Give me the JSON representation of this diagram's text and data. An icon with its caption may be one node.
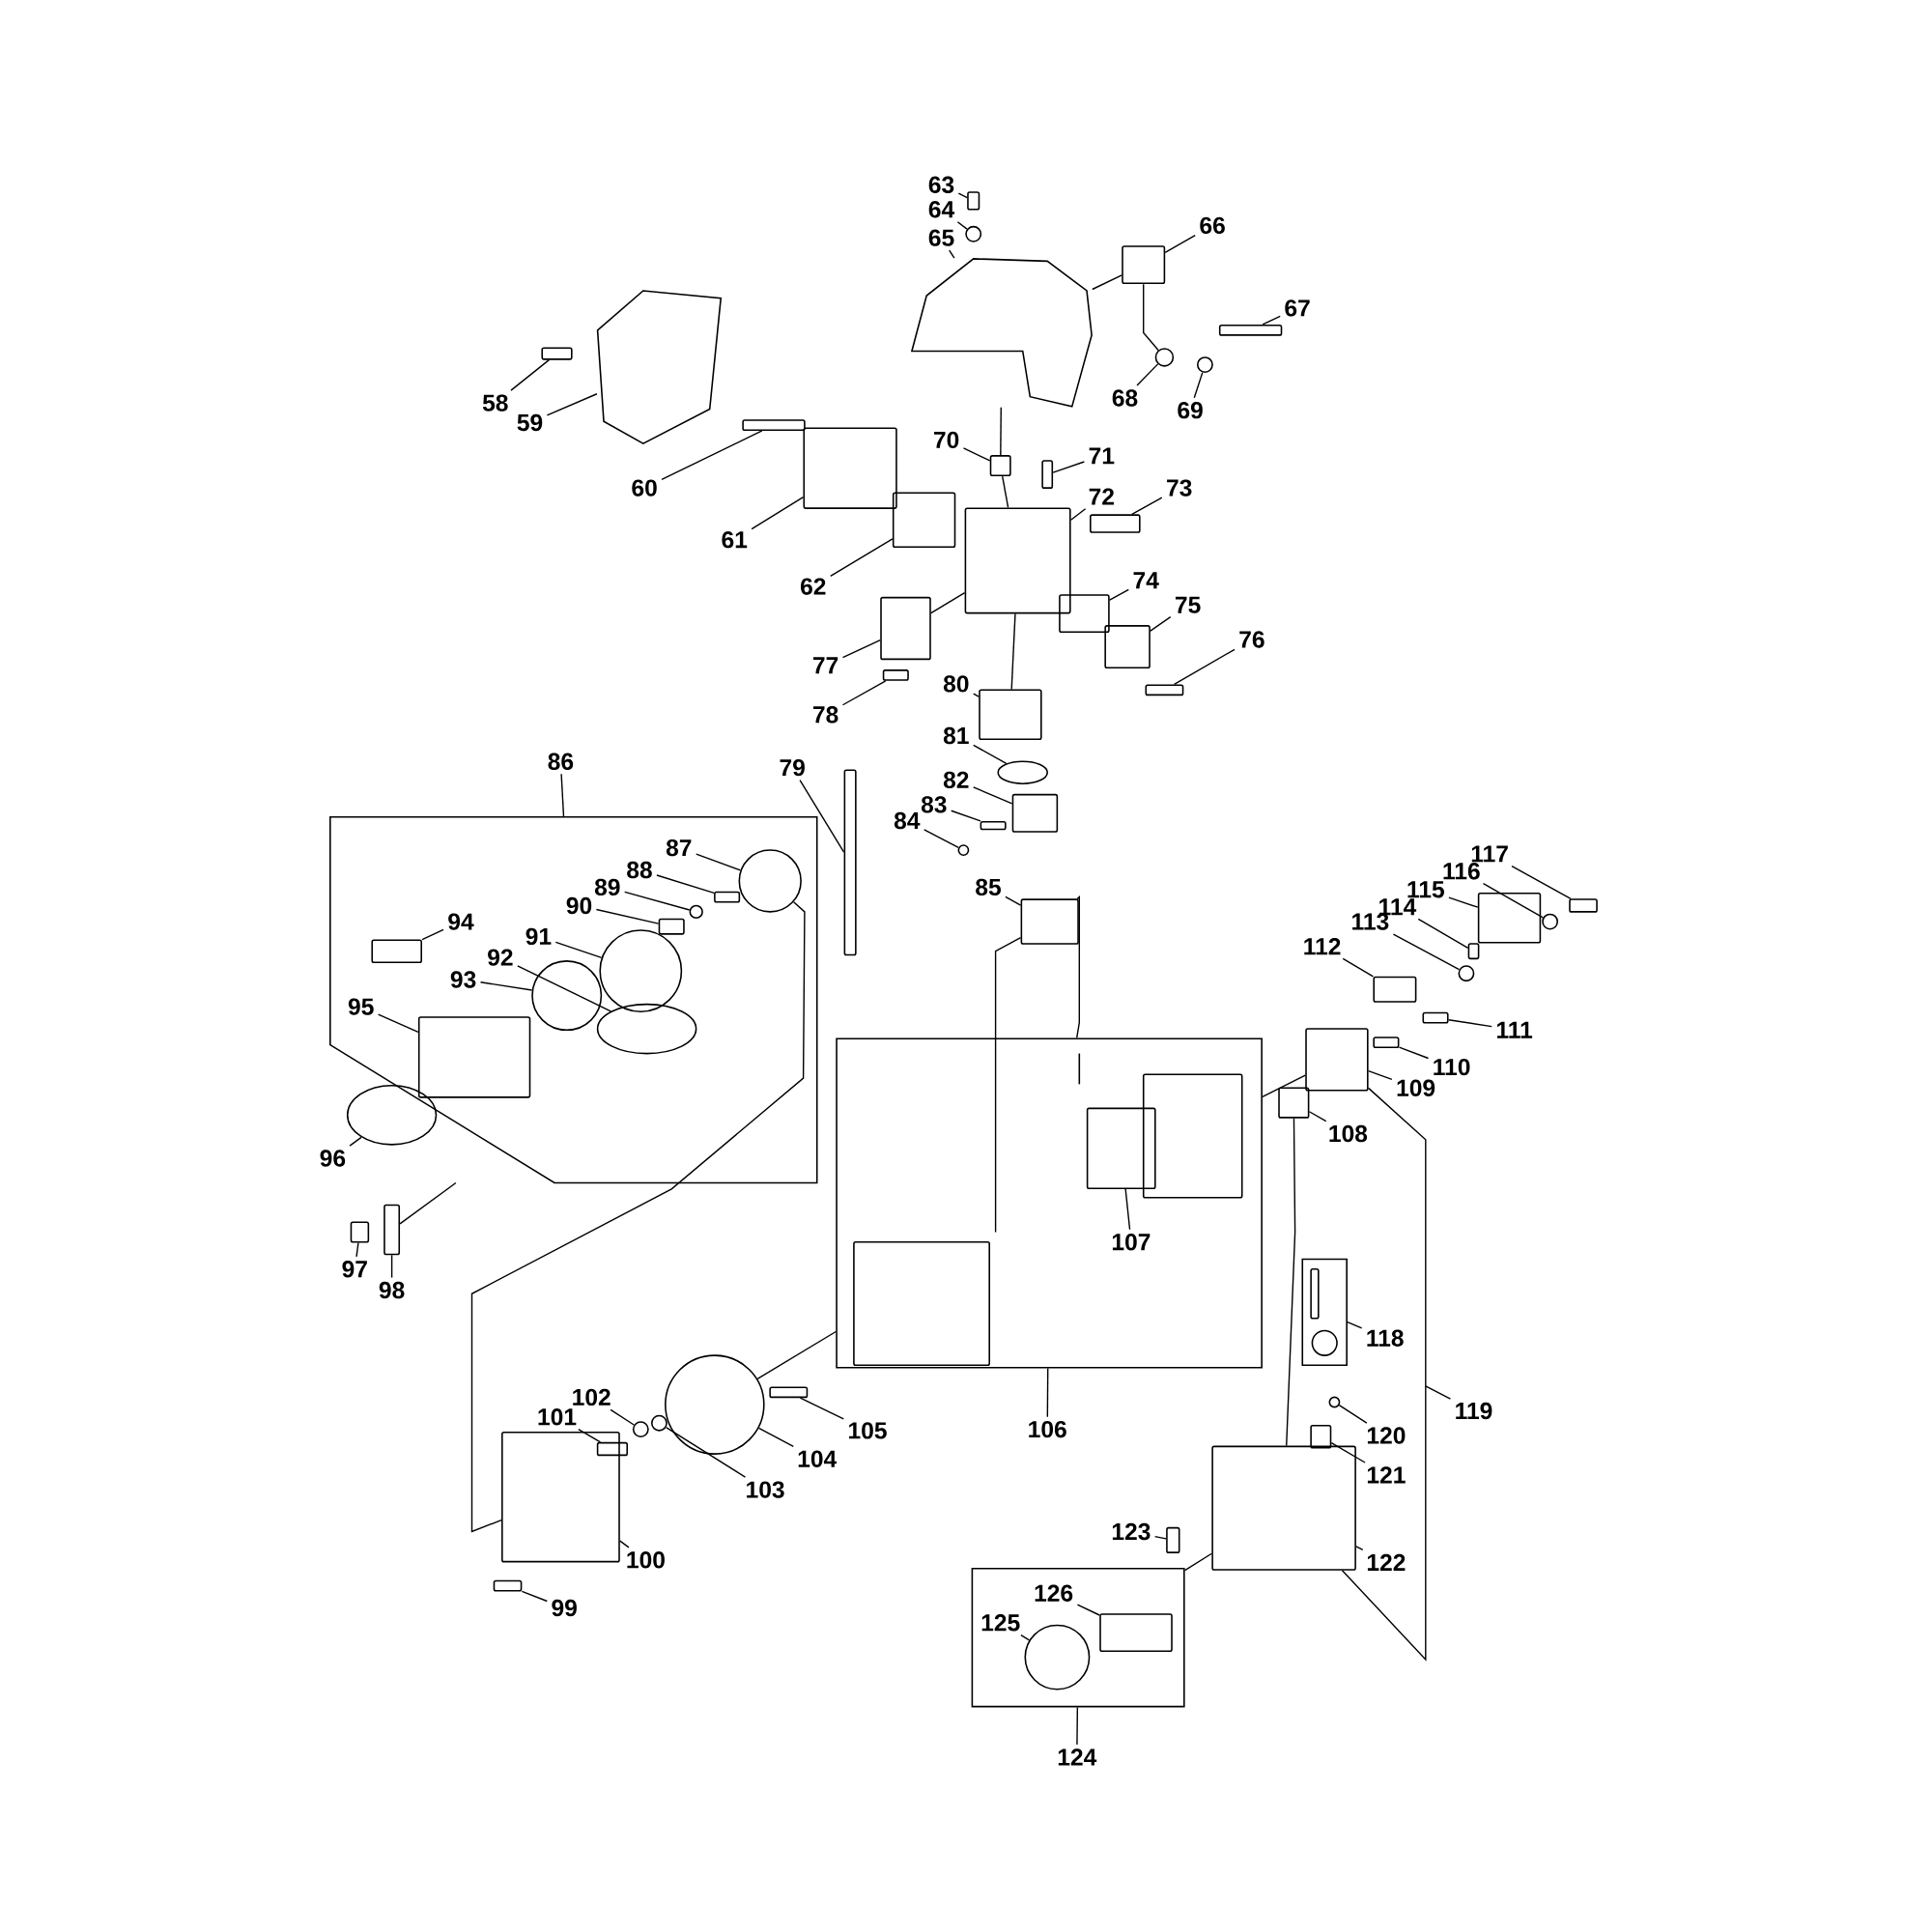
{
  "diagram": {
    "nodes": [
      {
        "text": [
          "58"
        ]
      },
      {
        "text": [
          "59"
        ]
      },
      {
        "text": [
          "60"
        ]
      },
      {
        "text": [
          "61"
        ]
      },
      {
        "text": [
          "62"
        ]
      },
      {
        "text": [
          "63"
        ]
      },
      {
        "text": [
          "64"
        ]
      },
      {
        "text": [
          "65"
        ]
      },
      {
        "text": [
          "66"
        ]
      },
      {
        "text": [
          "67"
        ]
      },
      {
        "text": [
          "68"
        ]
      },
      {
        "text": [
          "69"
        ]
      },
      {
        "text": [
          "70"
        ]
      },
      {
        "text": [
          "71"
        ]
      },
      {
        "text": [
          "72"
        ]
      },
      {
        "text": [
          "73"
        ]
      },
      {
        "text": [
          "74"
        ]
      },
      {
        "text": [
          "75"
        ]
      },
      {
        "text": [
          "76"
        ]
      },
      {
        "text": [
          "77"
        ]
      },
      {
        "text": [
          "78"
        ]
      },
      {
        "text": [
          "79"
        ]
      },
      {
        "text": [
          "80"
        ]
      },
      {
        "text": [
          "81"
        ]
      },
      {
        "text": [
          "82"
        ]
      },
      {
        "text": [
          "83"
        ]
      },
      {
        "text": [
          "84"
        ]
      },
      {
        "text": [
          "85"
        ]
      },
      {
        "text": [
          "86"
        ]
      },
      {
        "text": [],
        "shape": "box"
      },
      {
        "text": [
          "87"
        ],
        "in": 29
      },
      {
        "text": [
          "88"
        ],
        "in": 29
      },
      {
        "text": [
          "89"
        ],
        "in": 29
      },
      {
        "text": [
          "90"
        ],
        "in": 29
      },
      {
        "text": [
          "91"
        ],
        "in": 29
      },
      {
        "text": [
          "92"
        ],
        "in": 29
      },
      {
        "text": [
          "93"
        ],
        "in": 29
      },
      {
        "text": [
          "94"
        ],
        "in": 29
      },
      {
        "text": [
          "95"
        ],
        "in": 29
      },
      {
        "text": [
          "96"
        ]
      },
      {
        "text": [
          "97"
        ]
      },
      {
        "text": [
          "98"
        ]
      },
      {
        "text": [
          "99"
        ]
      },
      {
        "text": [
          "100"
        ]
      },
      {
        "text": [
          "101"
        ]
      },
      {
        "text": [
          "102"
        ]
      },
      {
        "text": [
          "103"
        ]
      },
      {
        "text": [
          "104"
        ]
      },
      {
        "text": [
          "105"
        ]
      },
      {
        "text": [
          "106"
        ]
      },
      {
        "text": [],
        "shape": "box"
      },
      {
        "text": [
          "107"
        ],
        "in": 50
      },
      {
        "text": [
          "108"
        ]
      },
      {
        "text": [
          "109"
        ]
      },
      {
        "text": [
          "110"
        ]
      },
      {
        "text": [
          "111"
        ]
      },
      {
        "text": [
          "112"
        ]
      },
      {
        "text": [
          "113"
        ]
      },
      {
        "text": [
          "114"
        ]
      },
      {
        "text": [
          "115"
        ]
      },
      {
        "text": [
          "116"
        ]
      },
      {
        "text": [
          "117"
        ]
      },
      {
        "text": [
          "118"
        ]
      },
      {
        "text": [],
        "shape": "box"
      },
      {
        "text": [
          "119"
        ]
      },
      {
        "text": [
          "120"
        ]
      },
      {
        "text": [
          "121"
        ]
      },
      {
        "text": [
          "122"
        ]
      },
      {
        "text": [
          "123"
        ]
      },
      {
        "text": [
          "124"
        ]
      },
      {
        "text": [],
        "shape": "box"
      },
      {
        "text": [
          "125"
        ],
        "in": 70
      },
      {
        "text": [
          "126"
        ],
        "in": 70
      },
      {
        "text": [],
        "shape": "box"
      },
      {
        "text": [],
        "shape": "picture"
      },
      {
        "text": [],
        "shape": "box"
      },
      {
        "text": [],
        "shape": "box"
      },
      {
        "text": [],
        "shape": "box"
      },
      {
        "text": [],
        "shape": "box"
      },
      {
        "text": [],
        "shape": "circle"
      },
      {
        "text": [],
        "shape": "picture"
      },
      {
        "text": [],
        "shape": "box"
      },
      {
        "text": [],
        "shape": "box"
      },
      {
        "text": [],
        "shape": "circle"
      },
      {
        "text": [],
        "shape": "circle"
      },
      {
        "text": [],
        "shape": "box"
      },
      {
        "text": [],
        "shape": "box"
      },
      {
        "text": [],
        "shape": "box"
      },
      {
        "text": [],
        "shape": "box"
      },
      {
        "text": [],
        "shape": "box"
      },
      {
        "text": [],
        "shape": "box"
      },
      {
        "text": [],
        "shape": "box"
      },
      {
        "text": [],
        "shape": "box"
      },
      {
        "text": [],
        "shape": "box"
      },
      {
        "text": [],
        "shape": "box"
      },
      {
        "text": [],
        "shape": "box"
      },
      {
        "text": [],
        "shape": "circle"
      },
      {
        "text": [],
        "shape": "box"
      },
      {
        "text": [],
        "shape": "box"
      },
      {
        "text": [],
        "shape": "circle"
      },
      {
        "text": [],
        "shape": "box"
      },
      {
        "text": [],
        "shape": "circle",
        "in": 29
      },
      {
        "text": [],
        "shape": "box",
        "in": 29
      },
      {
        "text": [],
        "shape": "circle",
        "in": 29
      },
      {
        "text": [],
        "shape": "box",
        "in": 29
      },
      {
        "text": [],
        "shape": "circle",
        "in": 29
      },
      {
        "text": [],
        "shape": "circle",
        "in": 29
      },
      {
        "text": [],
        "shape": "circle",
        "in": 29
      },
      {
        "text": [],
        "shape": "box",
        "in": 29
      },
      {
        "text": [],
        "shape": "box",
        "in": 29
      },
      {
        "text": [],
        "shape": "circle"
      },
      {
        "text": [],
        "shape": "box"
      },
      {
        "text": [],
        "shape": "box"
      },
      {
        "text": [],
        "shape": "box"
      },
      {
        "text": [],
        "shape": "box"
      },
      {
        "text": [],
        "shape": "box"
      },
      {
        "text": [],
        "shape": "circle"
      },
      {
        "text": [],
        "shape": "circle"
      },
      {
        "text": [],
        "shape": "circle"
      },
      {
        "text": [],
        "shape": "box"
      },
      {
        "text": [],
        "shape": "box",
        "in": 50
      },
      {
        "text": [],
        "shape": "box"
      },
      {
        "text": [],
        "shape": "box"
      },
      {
        "text": [],
        "shape": "box"
      },
      {
        "text": [],
        "shape": "box"
      },
      {
        "text": [],
        "shape": "box"
      },
      {
        "text": [],
        "shape": "circle"
      },
      {
        "text": [],
        "shape": "box"
      },
      {
        "text": [],
        "shape": "box"
      },
      {
        "text": [],
        "shape": "circle"
      },
      {
        "text": [],
        "shape": "box"
      },
      {
        "text": [],
        "shape": "circle"
      },
      {
        "text": [],
        "shape": "box"
      },
      {
        "text": [],
        "shape": "box"
      },
      {
        "text": [],
        "shape": "box"
      },
      {
        "text": [],
        "shape": "circle",
        "in": 70
      },
      {
        "text": [],
        "shape": "box",
        "in": 70
      }
    ],
    "edges": [
      {
        "from": 0,
        "to": 73,
        "arrow": "none"
      },
      {
        "from": 1,
        "to": 74,
        "arrow": "none"
      },
      {
        "from": 2,
        "to": 75,
        "arrow": "none"
      },
      {
        "from": 3,
        "to": 76,
        "arrow": "none"
      },
      {
        "from": 4,
        "to": 77,
        "arrow": "none"
      },
      {
        "from": 5,
        "to": 78,
        "arrow": "none"
      },
      {
        "from": 6,
        "to": 79,
        "arrow": "none"
      },
      {
        "from": 7,
        "to": 80,
        "arrow": "none"
      },
      {
        "from": 8,
        "to": 81,
        "arrow": "none"
      },
      {
        "from": 9,
        "to": 82,
        "arrow": "none"
      },
      {
        "from": 10,
        "to": 83,
        "arrow": "none"
      },
      {
        "from": 11,
        "to": 84,
        "arrow": "none"
      },
      {
        "from": 12,
        "to": 85,
        "arrow": "none"
      },
      {
        "from": 13,
        "to": 86,
        "arrow": "none"
      },
      {
        "from": 14,
        "to": 87,
        "arrow": "none"
      },
      {
        "from": 15,
        "to": 88,
        "arrow": "none"
      },
      {
        "from": 16,
        "to": 89,
        "arrow": "none"
      },
      {
        "from": 17,
        "to": 90,
        "arrow": "none"
      },
      {
        "from": 18,
        "to": 91,
        "arrow": "none"
      },
      {
        "from": 19,
        "to": 92,
        "arrow": "none"
      },
      {
        "from": 20,
        "to": 93,
        "arrow": "none"
      },
      {
        "from": 21,
        "to": 94,
        "arrow": "none"
      },
      {
        "from": 22,
        "to": 95,
        "arrow": "none"
      },
      {
        "from": 23,
        "to": 96,
        "arrow": "none"
      },
      {
        "from": 24,
        "to": 97,
        "arrow": "none"
      },
      {
        "from": 25,
        "to": 98,
        "arrow": "none"
      },
      {
        "from": 26,
        "to": 99,
        "arrow": "none"
      },
      {
        "from": 27,
        "to": 100,
        "arrow": "none"
      },
      {
        "from": 28,
        "to": 29,
        "arrow": "none"
      },
      {
        "from": 30,
        "to": 101,
        "arrow": "none"
      },
      {
        "from": 31,
        "to": 102,
        "arrow": "none"
      },
      {
        "from": 32,
        "to": 103,
        "arrow": "none"
      },
      {
        "from": 33,
        "to": 104,
        "arrow": "none"
      },
      {
        "from": 34,
        "to": 105,
        "arrow": "none"
      },
      {
        "from": 35,
        "to": 106,
        "arrow": "none"
      },
      {
        "from": 36,
        "to": 107,
        "arrow": "none"
      },
      {
        "from": 37,
        "to": 108,
        "arrow": "none"
      },
      {
        "from": 38,
        "to": 109,
        "arrow": "none"
      },
      {
        "from": 39,
        "to": 110,
        "arrow": "none"
      },
      {
        "from": 40,
        "to": 111,
        "arrow": "none"
      },
      {
        "from": 41,
        "to": 112,
        "arrow": "none"
      },
      {
        "from": 42,
        "to": 113,
        "arrow": "none"
      },
      {
        "from": 43,
        "to": 114,
        "arrow": "none"
      },
      {
        "from": 44,
        "to": 115,
        "arrow": "none"
      },
      {
        "from": 45,
        "to": 116,
        "arrow": "none"
      },
      {
        "from": 46,
        "to": 117,
        "arrow": "none"
      },
      {
        "from": 47,
        "to": 118,
        "arrow": "none"
      },
      {
        "from": 48,
        "to": 119,
        "arrow": "none"
      },
      {
        "from": 49,
        "to": 50,
        "arrow": "none"
      },
      {
        "from": 51,
        "to": 120,
        "arrow": "none"
      },
      {
        "from": 52,
        "to": 121,
        "arrow": "none"
      },
      {
        "from": 53,
        "to": 122,
        "arrow": "none"
      },
      {
        "from": 54,
        "to": 123,
        "arrow": "none"
      },
      {
        "from": 55,
        "to": 124,
        "arrow": "none"
      },
      {
        "from": 56,
        "to": 125,
        "arrow": "none"
      },
      {
        "from": 57,
        "to": 126,
        "arrow": "none"
      },
      {
        "from": 58,
        "to": 127,
        "arrow": "none"
      },
      {
        "from": 59,
        "to": 128,
        "arrow": "none"
      },
      {
        "from": 60,
        "to": 129,
        "arrow": "none"
      },
      {
        "from": 61,
        "to": 130,
        "arrow": "none"
      },
      {
        "from": 62,
        "to": 63,
        "arrow": "none"
      },
      {
        "from": 64,
        "to": null,
        "arrow": "none"
      },
      {
        "from": 65,
        "to": 131,
        "arrow": "none"
      },
      {
        "from": 66,
        "to": 132,
        "arrow": "none"
      },
      {
        "from": 67,
        "to": 133,
        "arrow": "none"
      },
      {
        "from": 68,
        "to": 134,
        "arrow": "none"
      },
      {
        "from": 69,
        "to": 70,
        "arrow": "none"
      },
      {
        "from": 71,
        "to": 135,
        "arrow": "none"
      },
      {
        "from": 72,
        "to": 136,
        "arrow": "none"
      },
      {
        "from": 80,
        "to": 81,
        "arrow": "none"
      },
      {
        "from": 81,
        "to": 83,
        "arrow": "none"
      },
      {
        "from": 80,
        "to": 85,
        "arrow": "none"
      },
      {
        "from": 85,
        "to": 87,
        "arrow": "none"
      },
      {
        "from": 87,
        "to": 92,
        "arrow": "none"
      },
      {
        "from": 87,
        "to": 95,
        "arrow": "none"
      },
      {
        "from": 100,
        "to": 50,
        "arrow": "none"
      },
      {
        "from": 50,
        "to": 122,
        "arrow": "none"
      },
      {
        "from": 121,
        "to": 133,
        "arrow": "none"
      },
      {
        "from": 70,
        "to": 133,
        "arrow": "none"
      },
      {
        "from": 101,
        "to": 114,
        "arrow": "none"
      },
      {
        "from": 118,
        "to": 50,
        "arrow": "none"
      },
      {
        "from": 112,
        "to": null,
        "arrow": "none"
      },
      {
        "from": 100,
        "to": null,
        "arrow": "none"
      },
      {
        "from": 122,
        "to": 133,
        "arrow": "none"
      }
    ]
  }
}
